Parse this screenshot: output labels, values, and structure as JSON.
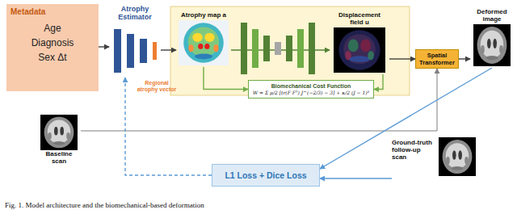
{
  "diagram": {
    "caption": "Fig. 1. Model architecture and the biomechanical-based deformation",
    "nodes": [
      {
        "text": [
          "Metadata",
          "Age Diagnosis Sex Δt"
        ]
      },
      {
        "text": [
          "Atrophy Estimator"
        ]
      },
      {
        "text": [
          "Atrophy map a"
        ]
      },
      {
        "text": [
          "Displacement field u"
        ]
      },
      {
        "text": [
          "Biomechanical Cost Function",
          "W = Σ μ/2 [tr(F Fᵀ) J^(−2/3) − 3] + κ/2 (J − 1)²"
        ]
      },
      {
        "text": [
          "Spatial Transformer"
        ]
      },
      {
        "text": [
          "Deformed image"
        ]
      },
      {
        "text": [
          "Baseline scan"
        ]
      },
      {
        "text": [
          "L1 Loss + Dice Loss"
        ]
      },
      {
        "text": [
          "Ground-truth follow-up scan"
        ]
      }
    ],
    "edges": [
      {
        "from": 0,
        "to": 1,
        "arrow": "to"
      },
      {
        "from": 1,
        "to": 2,
        "arrow": "to"
      },
      {
        "from": 2,
        "to": 3,
        "arrow": "to"
      },
      {
        "from": 3,
        "to": 5,
        "arrow": "to"
      },
      {
        "from": 7,
        "to": 5,
        "arrow": "to"
      },
      {
        "from": 2,
        "to": 4,
        "arrow": "to"
      },
      {
        "from": 3,
        "to": 4,
        "arrow": "to"
      },
      {
        "from": 5,
        "to": 6,
        "arrow": "to"
      },
      {
        "from": 6,
        "to": 8,
        "arrow": "to"
      },
      {
        "from": 9,
        "to": 8,
        "arrow": "to"
      },
      {
        "from": 8,
        "to": 1,
        "arrow": "to"
      }
    ],
    "labels": [
      "Regional atrophy vector"
    ]
  }
}
